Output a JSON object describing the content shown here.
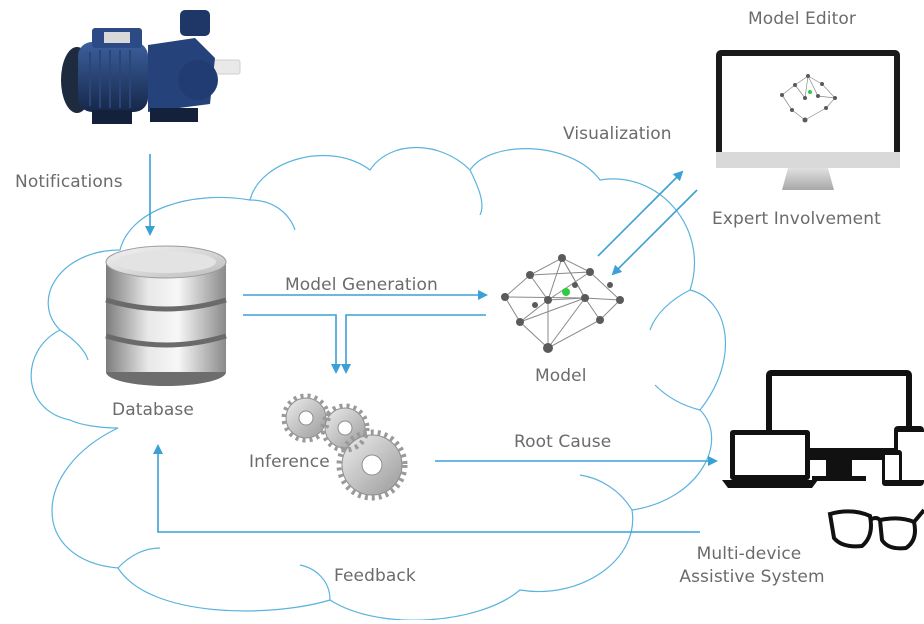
{
  "labels": {
    "notifications": "Notifications",
    "database": "Database",
    "model_generation": "Model Generation",
    "model": "Model",
    "inference": "Inference",
    "root_cause": "Root Cause",
    "feedback": "Feedback",
    "visualization": "Visualization",
    "model_editor": "Model Editor",
    "expert_involvement": "Expert Involvement",
    "assistive_line1": "Multi-device",
    "assistive_line2": "Assistive System"
  },
  "colors": {
    "arrow": "#3aa0d6",
    "cloud_outline": "#5bb3df",
    "label_text": "#6b6b6b",
    "model_highlight_node": "#2ecc40"
  },
  "icons": {
    "pump": "water-pump-image",
    "database": "database-cylinder-icon",
    "model": "network-graph-icon",
    "inference": "gears-icon",
    "model_editor": "monitor-icon",
    "assistive": "devices-and-glasses-icon"
  }
}
